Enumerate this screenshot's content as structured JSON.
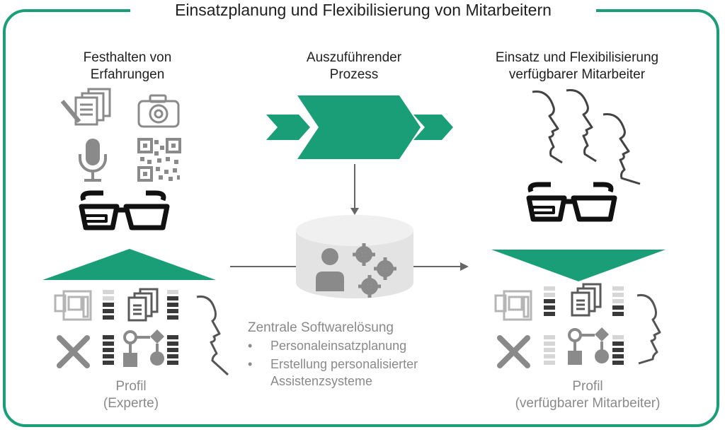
{
  "title": "Einsatzplanung und Flexibilisierung von Mitarbeitern",
  "left": {
    "heading": [
      "Festhalten von",
      "Erfahrungen"
    ],
    "profile": [
      "Profil",
      "(Experte)"
    ]
  },
  "center": {
    "heading": [
      "Auszuführender",
      "Prozess"
    ],
    "software_title": "Zentrale Softwarelösung",
    "bullets": [
      "Personaleinsatzplanung",
      "Erstellung personalisierter",
      "Assistenzsysteme"
    ],
    "bullet_glyph": "•"
  },
  "right": {
    "heading": [
      "Einsatz und Flexibilisierung",
      "verfügbarer Mitarbeiter"
    ],
    "profile": [
      "Profil",
      "(verfügbarer Mitarbeiter)"
    ]
  },
  "colors": {
    "accent": "#1a9e78",
    "icon_gray": "#8a8a8a",
    "bar_dark": "#3a3a3a",
    "bar_light": "#d6d6d6"
  }
}
